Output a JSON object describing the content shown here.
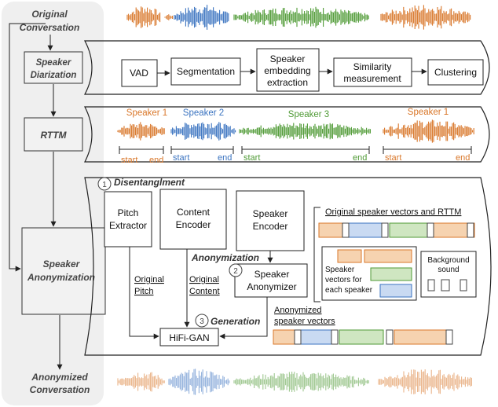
{
  "left_column": {
    "original_conversation": [
      "Original",
      "Conversation"
    ],
    "speaker_diarization": [
      "Speaker",
      "Diarization"
    ],
    "rttm": "RTTM",
    "speaker_anonymization": [
      "Speaker",
      "Anonymization"
    ],
    "anonymized_conversation": [
      "Anonymized",
      "Conversation"
    ]
  },
  "diarization_pipeline": {
    "vad": "VAD",
    "segmentation": "Segmentation",
    "embedding": [
      "Speaker",
      "embedding",
      "extraction"
    ],
    "similarity": [
      "Similarity",
      "measurement"
    ],
    "clustering": "Clustering"
  },
  "rttm_panel": {
    "speaker1": "Speaker 1",
    "speaker2": "Speaker 2",
    "speaker3": "Speaker 3",
    "speaker1b": "Speaker 1",
    "start": "start",
    "end": "end"
  },
  "anonymization_panel": {
    "step1_number": "1",
    "step1_label": "Disentanglment",
    "pitch_extractor": [
      "Pitch",
      "Extractor"
    ],
    "content_encoder": [
      "Content",
      "Encoder"
    ],
    "speaker_encoder": [
      "Speaker",
      "Encoder"
    ],
    "anonymization_label": "Anonymization",
    "step2_number": "2",
    "speaker_anonymizer": [
      "Speaker",
      "Anonymizer"
    ],
    "original_pitch": [
      "Original",
      "Pitch"
    ],
    "original_content": [
      "Original",
      "Content"
    ],
    "step3_number": "3",
    "generation_label": "Generation",
    "hifigan": "HiFi-GAN",
    "orig_vectors_title": "Original speaker vectors and RTTM",
    "per_speaker_label": [
      "Speaker",
      "vectors for",
      "each speaker"
    ],
    "background_label": [
      "Background",
      "sound"
    ],
    "anonymized_vectors_label": [
      "Anonymized",
      "speaker vectors"
    ]
  },
  "colors": {
    "speaker1": "#d9772a",
    "speaker2": "#3a73c0",
    "speaker3": "#4f9a35",
    "speaker1_light": "#f6d3b0",
    "speaker2_light": "#c9daf2",
    "speaker3_light": "#cfe6c1",
    "panel_gray": "#efefef"
  }
}
